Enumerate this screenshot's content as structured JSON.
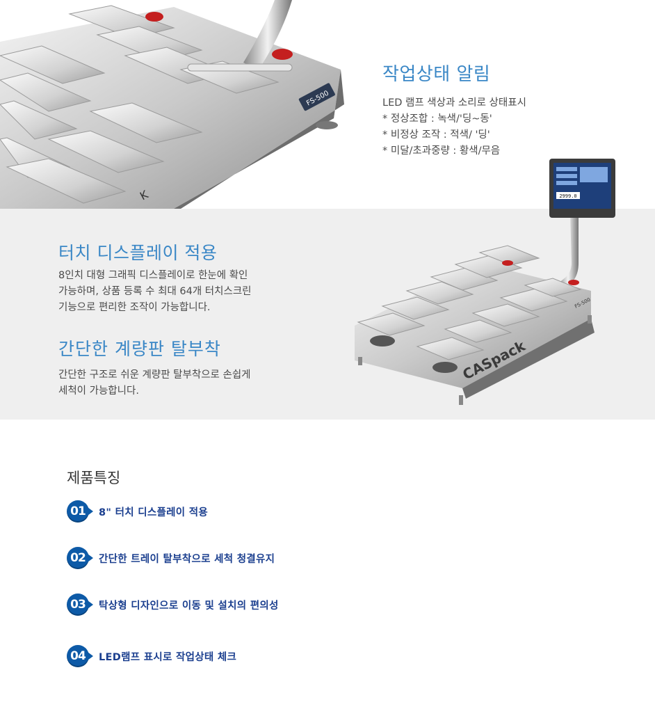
{
  "top_image": {
    "model_label": "FS-500",
    "brand_label": "K"
  },
  "led_section": {
    "title": "작업상태 알림",
    "lines": [
      "LED 램프 색상과 소리로 상태표시",
      "* 정상조합 : 녹색/'딩~동'",
      "* 비정상 조작 : 적색/ '딩'",
      "* 미달/초과중량 : 황색/무음"
    ]
  },
  "touch_section": {
    "title": "터치 디스플레이 적용",
    "lines": [
      "8인치 대형 그래픽 디스플레이로 한눈에 확인",
      "가능하며, 상품 등록 수 최대 64개 터치스크린",
      "기능으로 편리한 조작이 가능합니다."
    ]
  },
  "tray_section": {
    "title": "간단한 계량판 탈부착",
    "lines": [
      "간단한 구조로 쉬운 계량판 탈부착으로 손쉽게",
      "세척이 가능합니다."
    ]
  },
  "product_image": {
    "brand_label": "CASpack",
    "model_label": "FS-500",
    "display_readout": "2999.0"
  },
  "features": {
    "title": "제품특징",
    "items": [
      {
        "num": "01",
        "label": "8\" 터치 디스플레이 적용"
      },
      {
        "num": "02",
        "label": "간단한 트레이 탈부착으로 세척 청결유지"
      },
      {
        "num": "03",
        "label": "탁상형 디자인으로 이동 및 설치의 편의성"
      },
      {
        "num": "04",
        "label": "LED램프 표시로 작업상태 체크"
      }
    ]
  },
  "colors": {
    "accent_blue": "#3a87c6",
    "badge_blue": "#0d5aa7",
    "feature_text": "#1b3f8f",
    "band_grey": "#efefef"
  }
}
